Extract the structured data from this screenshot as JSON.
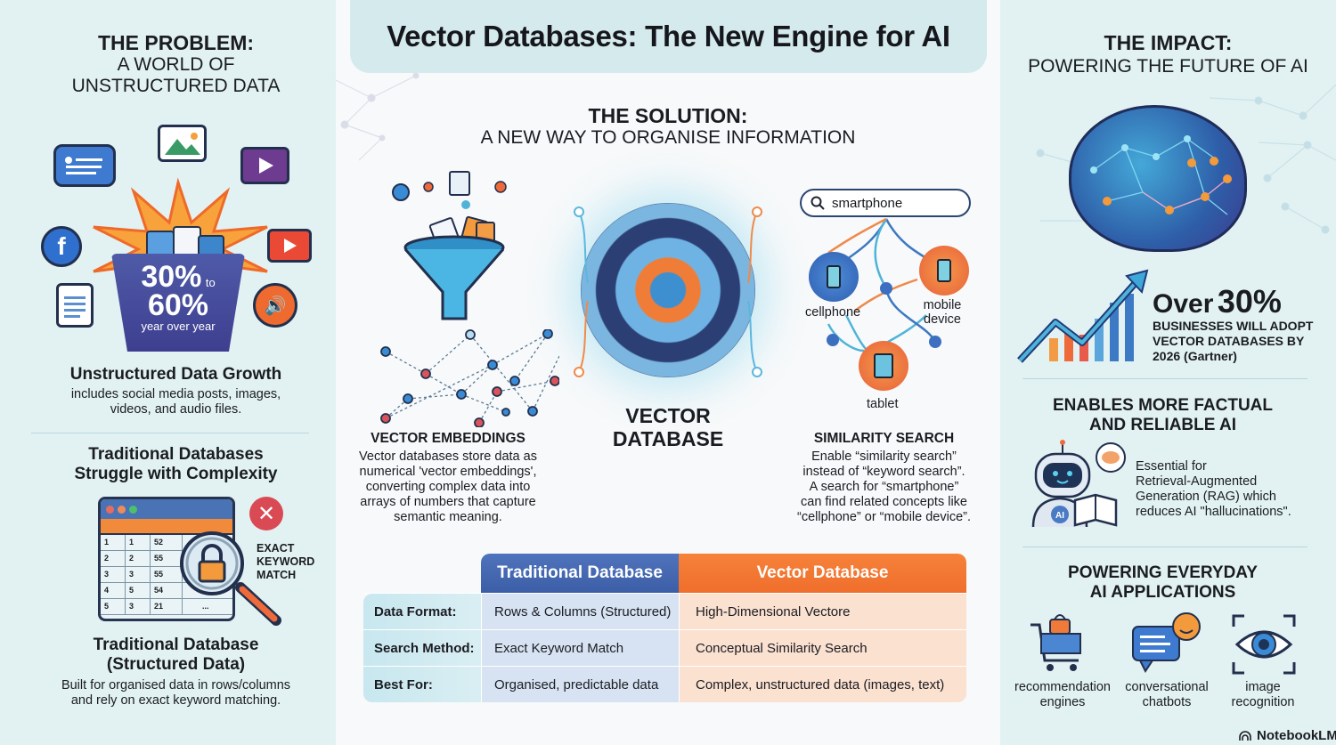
{
  "title": "Vector Databases: The New Engine for AI",
  "problem": {
    "heading": "THE PROBLEM:",
    "subheading_line1": "A WORLD OF",
    "subheading_line2": "UNSTRUCTURED DATA",
    "growth_stat": {
      "from": "30%",
      "to_word": "to",
      "to": "60%",
      "caption": "year over year"
    },
    "icons": [
      "chat-bubble-icon",
      "image-icon",
      "video-icon",
      "facebook-icon",
      "youtube-icon",
      "document-icon",
      "audio-icon"
    ],
    "growth_title": "Unstructured Data Growth",
    "growth_desc_line1": "includes social media posts, images,",
    "growth_desc_line2": "videos, and audio files.",
    "struggle_title_line1": "Traditional Databases",
    "struggle_title_line2": "Struggle with Complexity",
    "mini_table": {
      "rows": [
        [
          "1",
          "1",
          "52"
        ],
        [
          "2",
          "2",
          "55"
        ],
        [
          "3",
          "3",
          "55"
        ],
        [
          "4",
          "5",
          "54"
        ],
        [
          "5",
          "3",
          "21"
        ]
      ],
      "ellipsis": "..."
    },
    "exact_match_line1": "EXACT",
    "exact_match_line2": "KEYWORD",
    "exact_match_line3": "MATCH",
    "trad_title_line1": "Traditional Database",
    "trad_title_line2": "(Structured Data)",
    "trad_desc_line1": "Built for organised data in rows/columns",
    "trad_desc_line2": "and rely on exact keyword matching."
  },
  "solution": {
    "heading": "THE SOLUTION:",
    "subheading": "A NEW WAY TO ORGANISE INFORMATION",
    "embeddings": {
      "title": "VECTOR EMBEDDINGS",
      "desc_lines": [
        "Vector databases store data as",
        "numerical 'vector embeddings',",
        "converting complex data into",
        "arrays of numbers that capture",
        "semantic meaning."
      ]
    },
    "database": {
      "title_line1": "VECTOR",
      "title_line2": "DATABASE"
    },
    "similarity": {
      "search_value": "smartphone",
      "nodes": [
        "cellphone",
        "mobile",
        "device",
        "tablet"
      ],
      "title": "SIMILARITY SEARCH",
      "desc_lines": [
        "Enable “similarity search”",
        "instead of “keyword search”.",
        "A search for “smartphone”",
        "can find related concepts like",
        "“cellphone” or “mobile device”."
      ]
    },
    "comparison": {
      "headers": [
        "Traditional Database",
        "Vector Database"
      ],
      "rows": [
        {
          "label": "Data Format:",
          "traditional": "Rows & Columns (Structured)",
          "vector": "High-Dimensional Vectore"
        },
        {
          "label": "Search Method:",
          "traditional": "Exact Keyword Match",
          "vector": "Conceptual Similarity Search"
        },
        {
          "label": "Best For:",
          "traditional": "Organised, predictable data",
          "vector": "Complex, unstructured data (images, text)"
        }
      ],
      "colors": {
        "traditional": "#4a6db5",
        "vector": "#f47a35"
      }
    }
  },
  "impact": {
    "heading": "THE IMPACT:",
    "subheading": "POWERING THE FUTURE OF AI",
    "stat_prefix": "Over",
    "stat_value": "30%",
    "stat_line1": "BUSINESSES WILL ADOPT",
    "stat_line2": "VECTOR DATABASES BY",
    "stat_line3": "2026 (Gartner)",
    "factual_title_line1": "ENABLES MORE FACTUAL",
    "factual_title_line2": "AND RELIABLE AI",
    "robot_badge": "AI",
    "factual_desc_lines": [
      "Essential for",
      "Retrieval-Augmented",
      "Generation (RAG) which",
      "reduces AI \"hallucinations\"."
    ],
    "apps_title_line1": "POWERING EVERYDAY",
    "apps_title_line2": "AI APPLICATIONS",
    "apps": [
      {
        "line1": "recommendation",
        "line2": "engines",
        "icon": "shopping-cart-icon"
      },
      {
        "line1": "conversational",
        "line2": "chatbots",
        "icon": "chat-icon"
      },
      {
        "line1": "image",
        "line2": "recognition",
        "icon": "eye-icon"
      }
    ]
  },
  "branding": "NotebookLM"
}
